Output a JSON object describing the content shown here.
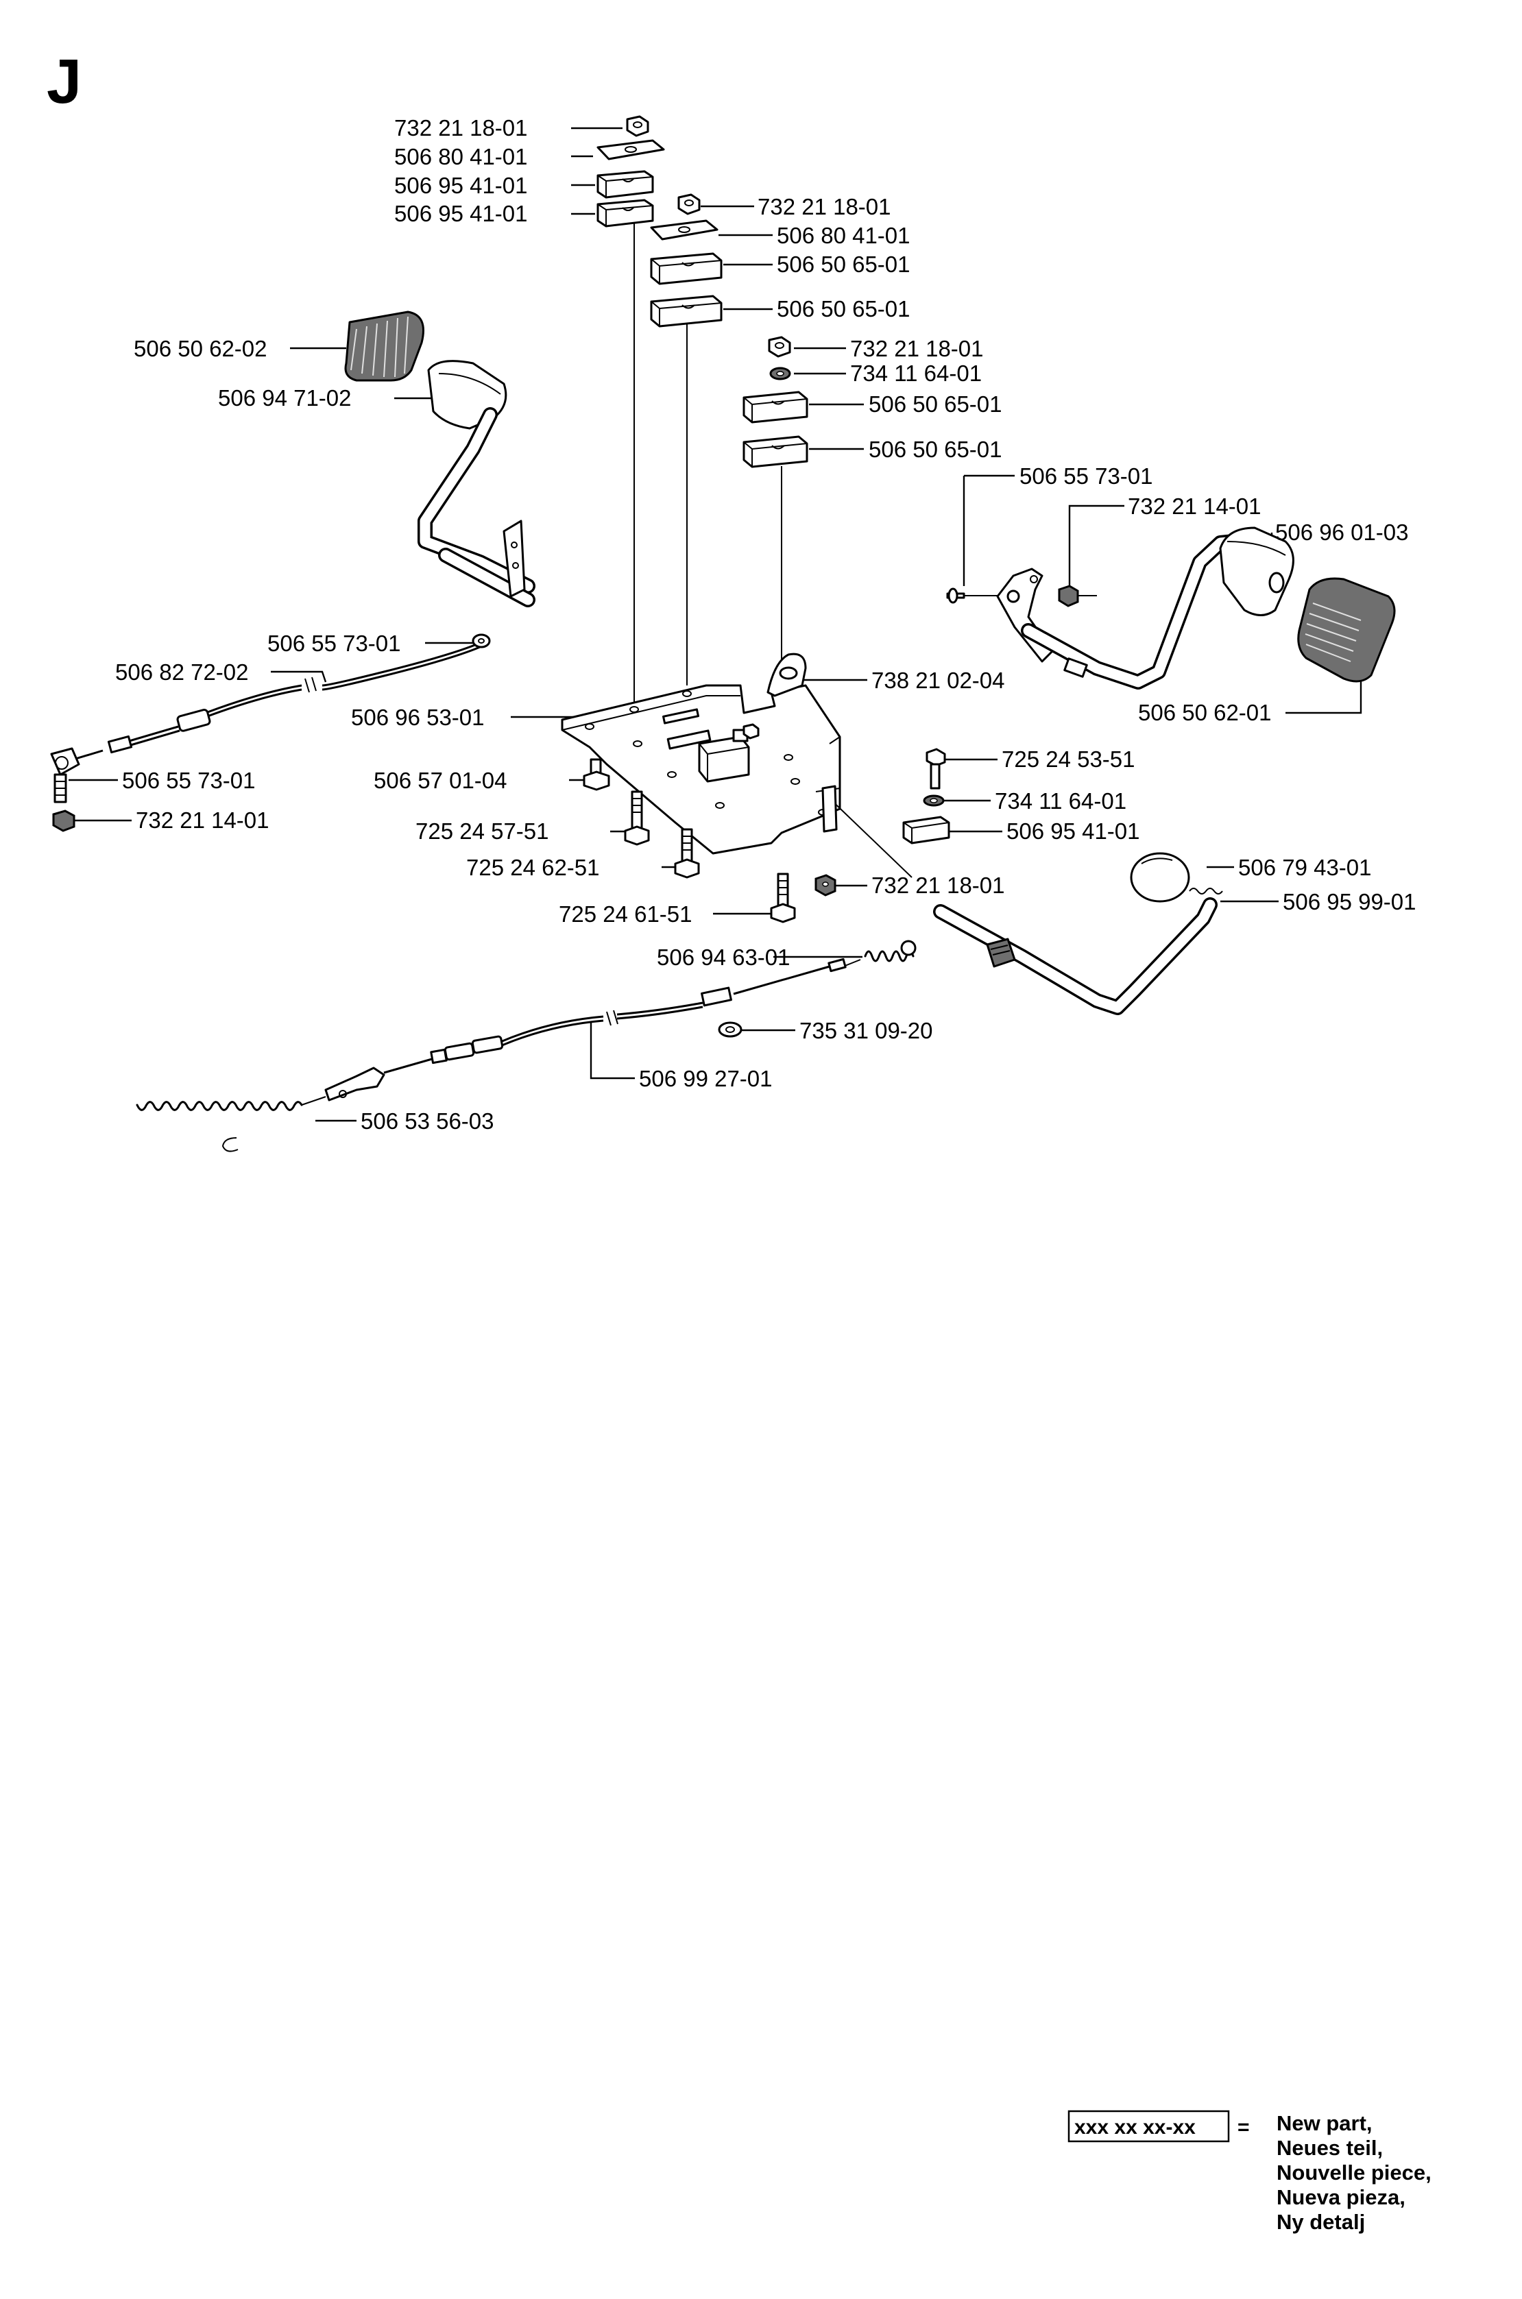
{
  "section_letter": "J",
  "labels": [
    {
      "id": "l01",
      "text": "732 21 18-01"
    },
    {
      "id": "l02",
      "text": "506 80 41-01"
    },
    {
      "id": "l03",
      "text": "506 95 41-01"
    },
    {
      "id": "l04",
      "text": "506 95 41-01"
    },
    {
      "id": "l05",
      "text": "732 21 18-01"
    },
    {
      "id": "l06",
      "text": "506 80 41-01"
    },
    {
      "id": "l07",
      "text": "506 50 65-01"
    },
    {
      "id": "l08",
      "text": "506 50 65-01"
    },
    {
      "id": "l09",
      "text": "732 21 18-01"
    },
    {
      "id": "l10",
      "text": "734 11 64-01"
    },
    {
      "id": "l11",
      "text": "506 50 65-01"
    },
    {
      "id": "l12",
      "text": "506 50 65-01"
    },
    {
      "id": "l13",
      "text": "506 50 62-02"
    },
    {
      "id": "l14",
      "text": "506 94 71-02"
    },
    {
      "id": "l15",
      "text": "506 55 73-01"
    },
    {
      "id": "l16",
      "text": "732 21 14-01"
    },
    {
      "id": "l17",
      "text": "506 96 01-03"
    },
    {
      "id": "l18",
      "text": "506 55 73-01"
    },
    {
      "id": "l19",
      "text": "506 82 72-02"
    },
    {
      "id": "l20",
      "text": "738 21 02-04"
    },
    {
      "id": "l21",
      "text": "506 96 53-01"
    },
    {
      "id": "l22",
      "text": "506 50 62-01"
    },
    {
      "id": "l23",
      "text": "725 24 53-51"
    },
    {
      "id": "l24",
      "text": "506 57 01-04"
    },
    {
      "id": "l25",
      "text": "506 55 73-01"
    },
    {
      "id": "l26",
      "text": "734 11 64-01"
    },
    {
      "id": "l27",
      "text": "732 21 14-01"
    },
    {
      "id": "l28",
      "text": "725 24 57-51"
    },
    {
      "id": "l29",
      "text": "506 95 41-01"
    },
    {
      "id": "l30",
      "text": "725 24 62-51"
    },
    {
      "id": "l31",
      "text": "506 79 43-01"
    },
    {
      "id": "l32",
      "text": "732 21 18-01"
    },
    {
      "id": "l33",
      "text": "506 95 99-01"
    },
    {
      "id": "l34",
      "text": "725 24 61-51"
    },
    {
      "id": "l35",
      "text": "506 94 63-01"
    },
    {
      "id": "l36",
      "text": "735 31 09-20"
    },
    {
      "id": "l37",
      "text": "506 99 27-01"
    },
    {
      "id": "l38",
      "text": "506 53 56-03"
    }
  ],
  "legend": {
    "code": "xxx xx xx-xx",
    "equals": "=",
    "lines": [
      "New part,",
      "Neues teil,",
      "Nouvelle piece,",
      "Nueva pieza,",
      "Ny detalj"
    ]
  }
}
